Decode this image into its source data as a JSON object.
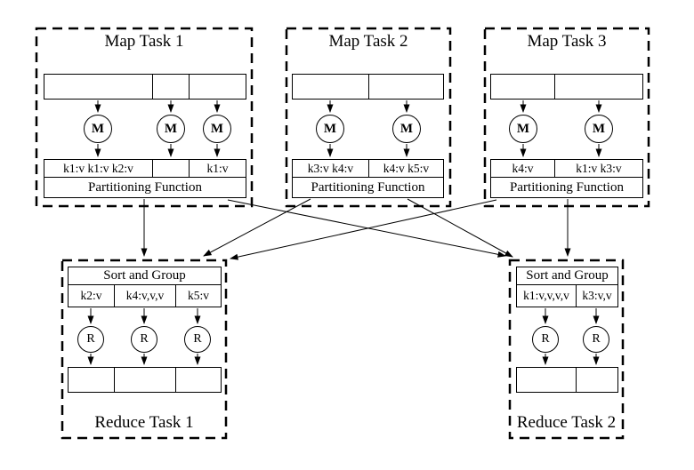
{
  "labels": {
    "partitioning_function": "Partitioning Function",
    "sort_and_group": "Sort and Group",
    "map_symbol": "M",
    "reduce_symbol": "R"
  },
  "map_tasks": [
    {
      "title": "Map Task 1",
      "output_cells": [
        "k1:v k1:v k2:v",
        "",
        "k1:v"
      ]
    },
    {
      "title": "Map Task 2",
      "output_cells": [
        "k3:v k4:v",
        "k4:v k5:v"
      ]
    },
    {
      "title": "Map Task 3",
      "output_cells": [
        "k4:v",
        "k1:v k3:v"
      ]
    }
  ],
  "reduce_tasks": [
    {
      "title": "Reduce Task 1",
      "input_cells": [
        "k2:v",
        "k4:v,v,v",
        "k5:v"
      ]
    },
    {
      "title": "Reduce Task 2",
      "input_cells": [
        "k1:v,v,v,v",
        "k3:v,v"
      ]
    }
  ],
  "connections": [
    {
      "from": "Map Task 1",
      "to": "Reduce Task 1"
    },
    {
      "from": "Map Task 1",
      "to": "Reduce Task 2"
    },
    {
      "from": "Map Task 2",
      "to": "Reduce Task 1"
    },
    {
      "from": "Map Task 2",
      "to": "Reduce Task 2"
    },
    {
      "from": "Map Task 3",
      "to": "Reduce Task 1"
    },
    {
      "from": "Map Task 3",
      "to": "Reduce Task 2"
    }
  ]
}
